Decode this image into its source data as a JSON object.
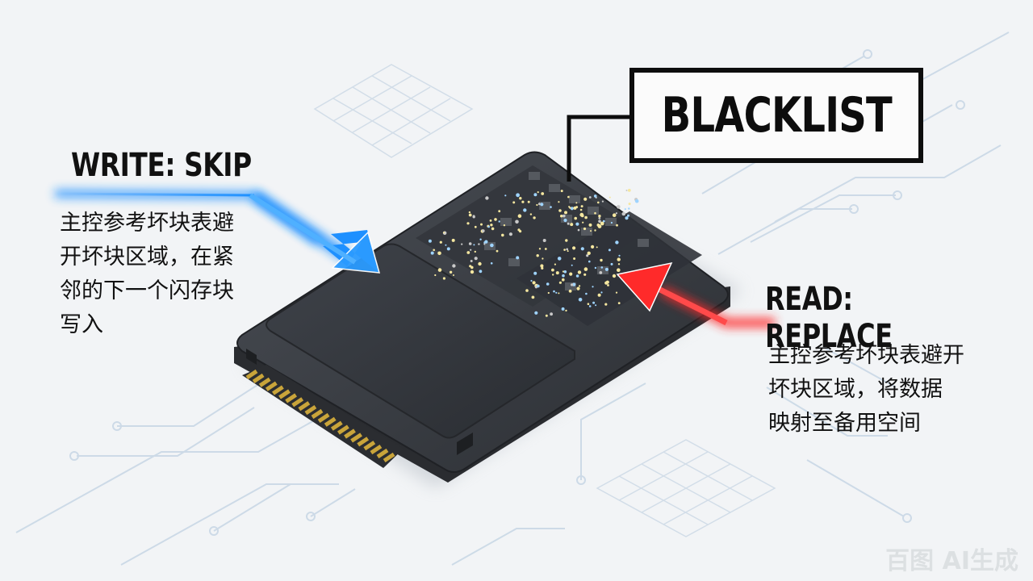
{
  "blacklist_label": "BLACKLIST",
  "write": {
    "title": "WRITE: SKIP",
    "description": "主控参考坏块表避\n开坏块区域，在紧\n邻的下一个闪存块\n写入"
  },
  "read": {
    "title": "READ: REPLACE",
    "description": "主控参考坏块表避开\n坏块区域，将数据\n映射至备用空间"
  },
  "colors": {
    "background": "#f2f4f6",
    "circuit_trace": "#c9d8e6",
    "ssd_body": "#3a3d42",
    "ssd_panel": "#2f3237",
    "write_arrow": "#1e90ff",
    "read_arrow": "#ff2a2a",
    "connector_gold": "#c9a43a",
    "chip_light": "#f5e7a0"
  },
  "watermark": "百图 AI生成"
}
